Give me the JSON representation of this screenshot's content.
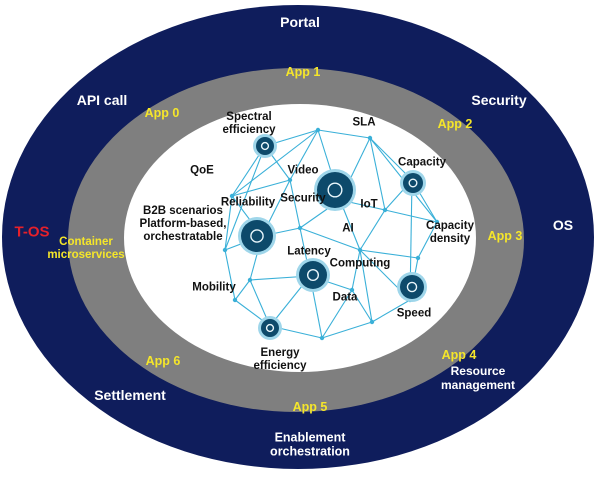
{
  "rings": {
    "outer": [
      "Portal",
      "API call",
      "Security",
      "T-OS",
      "OS",
      "Settlement",
      "Resource\nmanagement",
      "Enablement\norchestration"
    ],
    "container": "Container\nmicroservices",
    "apps": [
      "App 0",
      "App 1",
      "App 2",
      "App 3",
      "App 4",
      "App 5",
      "App 6"
    ]
  },
  "core": {
    "labels": [
      "Spectral\nefficiency",
      "SLA",
      "QoE",
      "Video",
      "Capacity",
      "B2B scenarios\nPlatform-based,\norchestratable",
      "Reliability",
      "Security",
      "IoT",
      "AI",
      "Capacity\ndensity",
      "Latency",
      "Computing",
      "Mobility",
      "Data",
      "Speed",
      "Energy\nefficiency"
    ]
  },
  "colors": {
    "outer_ring": "#0f1d5c",
    "middle_ring": "#7f7f7f",
    "core": "#ffffff",
    "network": "#3ab0d8",
    "node": "#0d4a6b",
    "app_text": "#f5e62a",
    "tos_text": "#e5202a"
  },
  "icons": [
    "signal-icon",
    "bulb-icon",
    "storage-icon",
    "rocket-icon",
    "balance-icon",
    "gear-icon",
    "search-icon"
  ]
}
